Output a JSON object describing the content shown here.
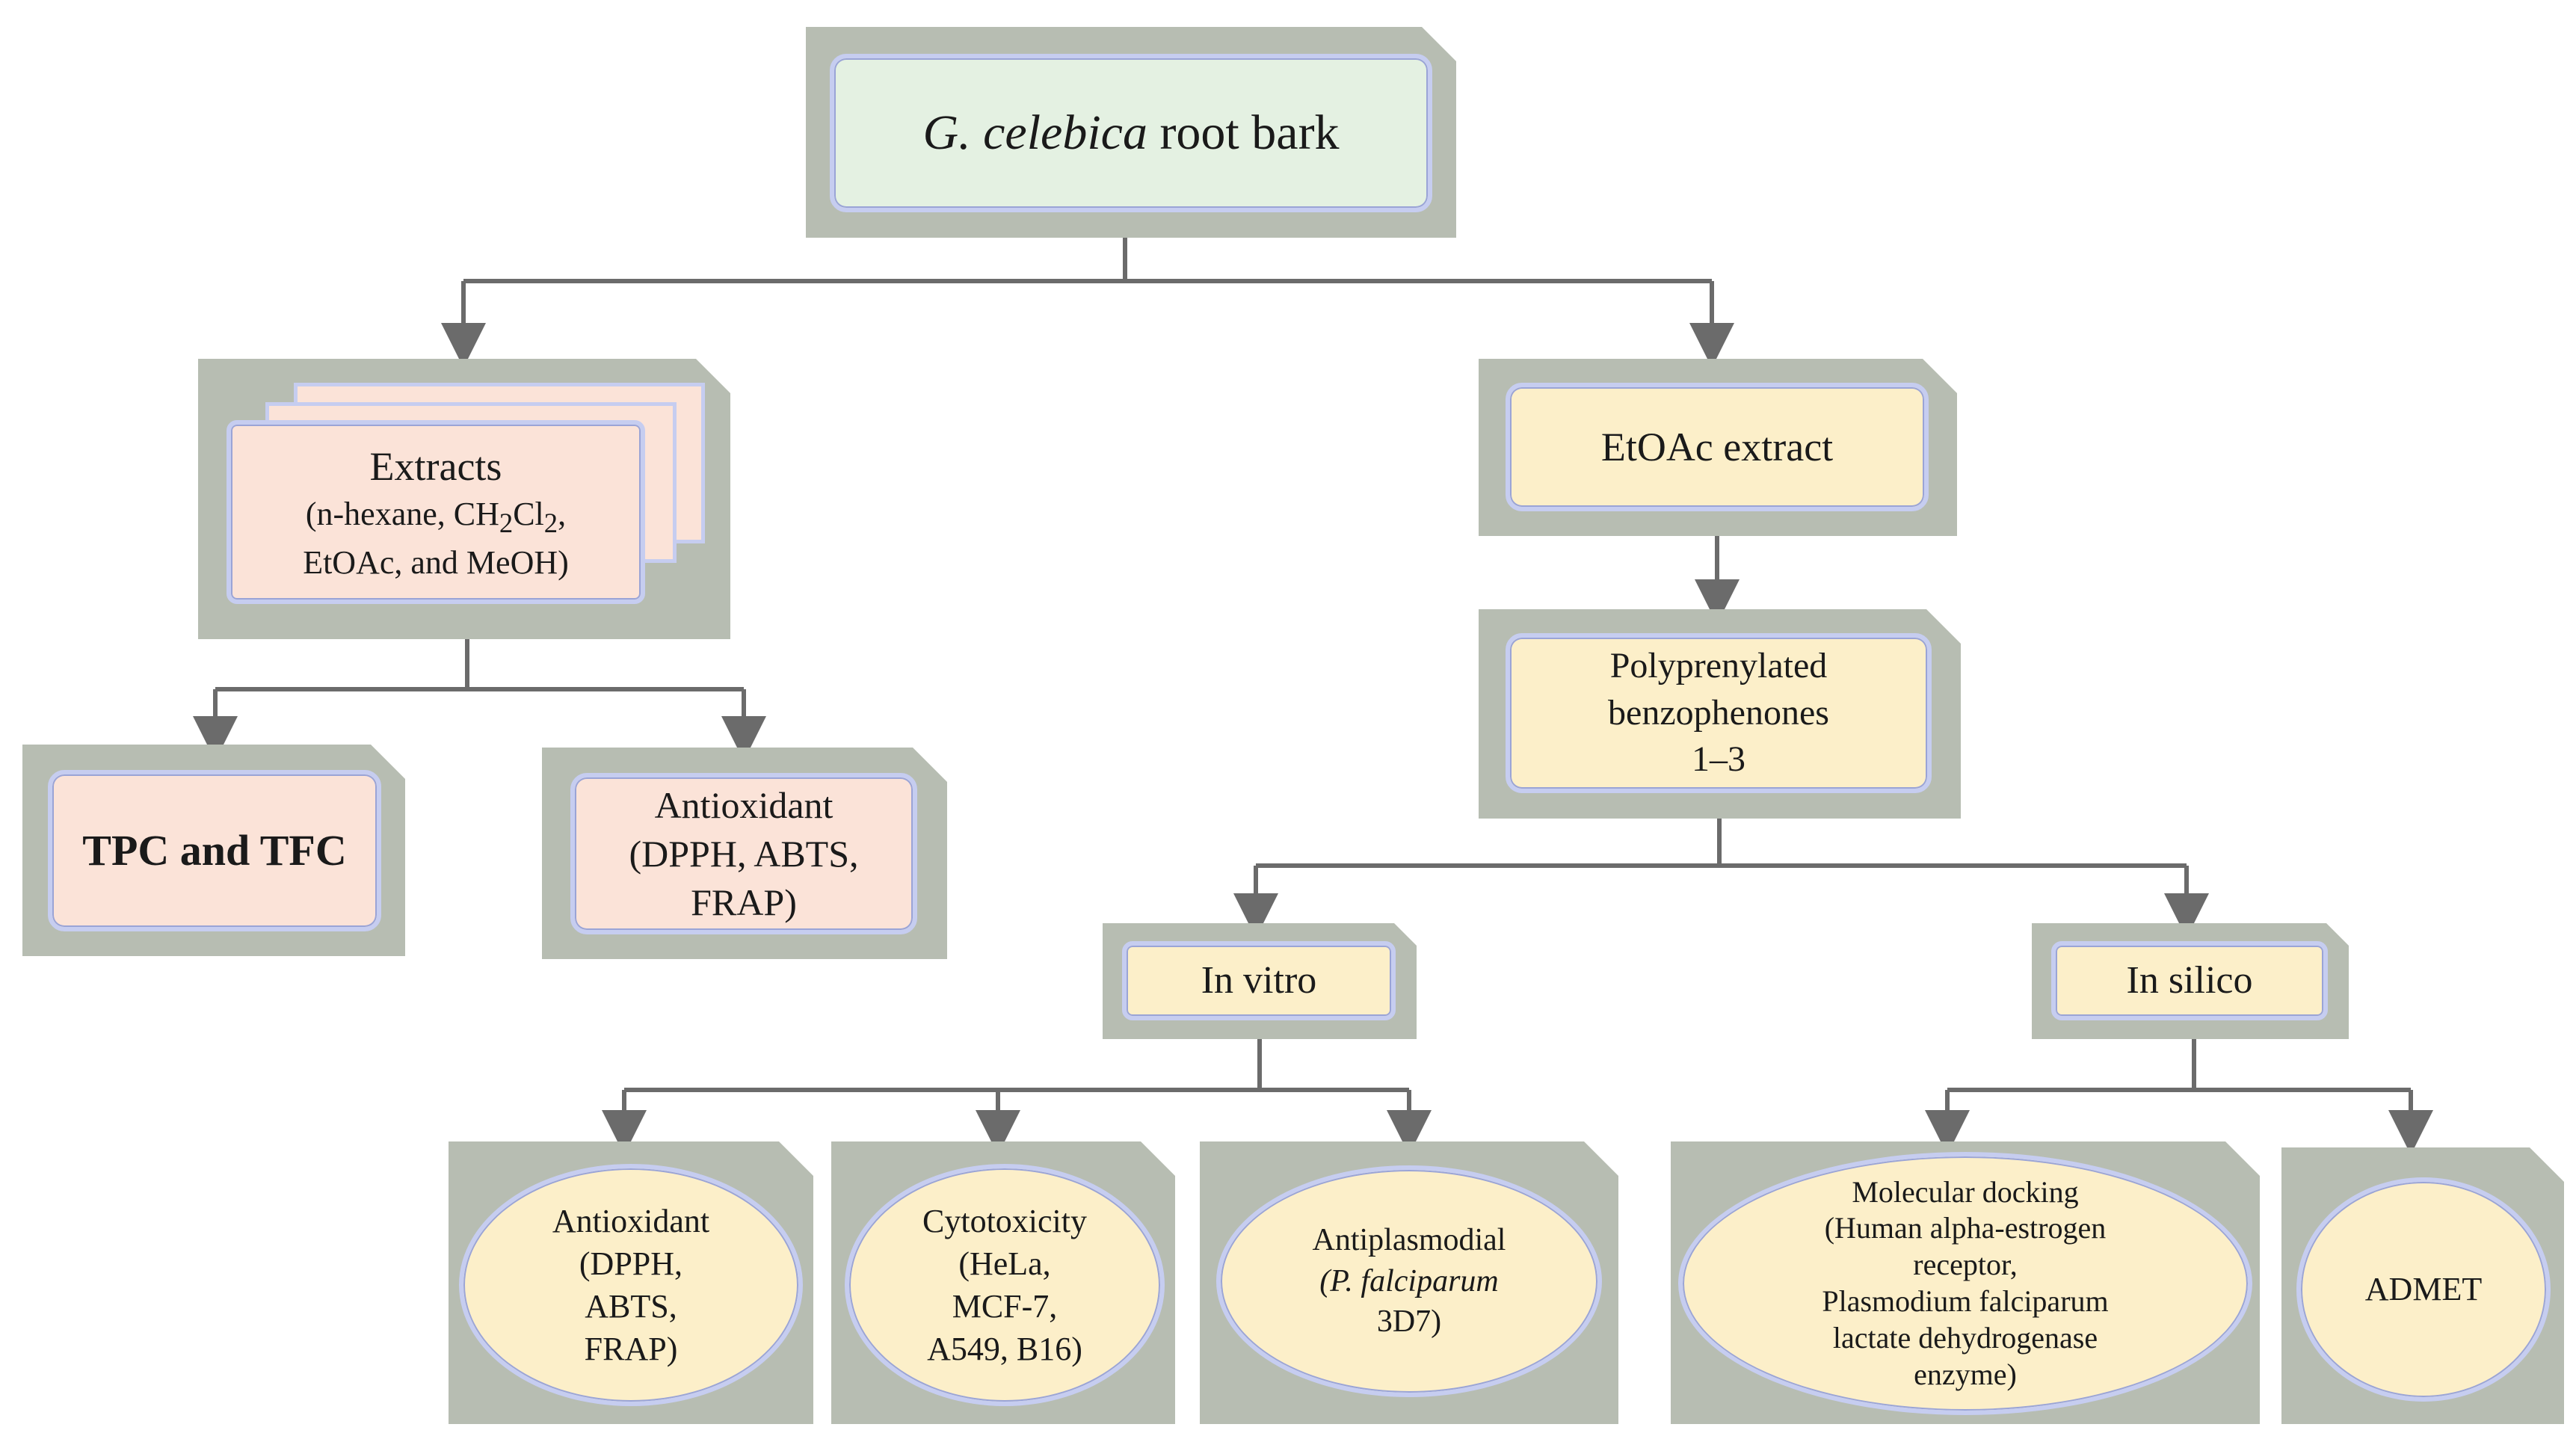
{
  "root": {
    "italic": "G. celebica",
    "rest": " root bark"
  },
  "extracts": {
    "title": "Extracts",
    "line1": "(n-hexane, CH",
    "sub1": "2",
    "mid": "Cl",
    "sub2": "2",
    "comma": ",",
    "line2": "EtOAc, and MeOH)"
  },
  "tpc": {
    "label": "TPC and TFC"
  },
  "antioxidant_left": {
    "line1": "Antioxidant",
    "line2": "(DPPH, ABTS,",
    "line3": "FRAP)"
  },
  "etoac": {
    "label": "EtOAc extract"
  },
  "polyprenylated": {
    "line1": "Polyprenylated",
    "line2": "benzophenones",
    "line3": "1–3"
  },
  "in_vitro": {
    "label": "In vitro"
  },
  "in_silico": {
    "label": "In silico"
  },
  "antioxidant_bottom": {
    "line1": "Antioxidant",
    "line2": "(DPPH,",
    "line3": "ABTS,",
    "line4": "FRAP)"
  },
  "cytotoxicity": {
    "line1": "Cytotoxicity",
    "line2": "(HeLa,",
    "line3": "MCF-7,",
    "line4": "A549, B16)"
  },
  "antiplasmodial": {
    "line1": "Antiplasmodial",
    "italic": "(P. falciparum",
    "line3": "3D7)"
  },
  "docking": {
    "line1": "Molecular docking",
    "line2": "(Human alpha-estrogen",
    "line3": "receptor,",
    "line4": "Plasmodium falciparum",
    "line5": "lactate dehydrogenase",
    "line6": "enzyme)"
  },
  "admet": {
    "label": "ADMET"
  },
  "colors": {
    "frame": "#b7bdb2",
    "green": "#e4f1e2",
    "peach": "#fbe3d8",
    "cream": "#fcefc9",
    "border": "#c6cdf0",
    "line": "#6b6b6b"
  }
}
